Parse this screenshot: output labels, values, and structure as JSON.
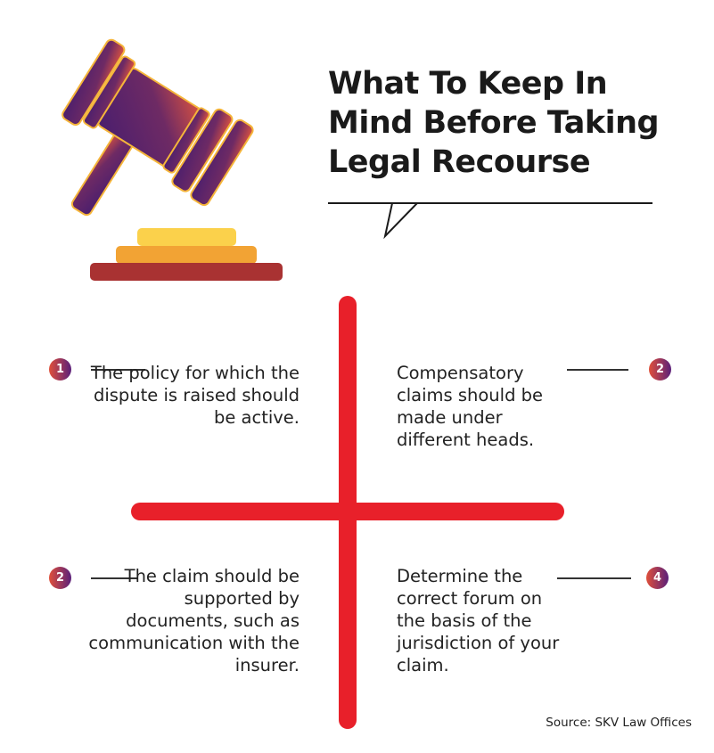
{
  "title": {
    "line1": "What To Keep In",
    "line2": "Mind Before Taking",
    "line3": "Legal Recourse"
  },
  "points": [
    {
      "number": "1",
      "text": "The policy for which the dispute is raised should be active."
    },
    {
      "number": "2",
      "text": "Compensatory claims should be made under different heads."
    },
    {
      "number": "2",
      "text": "The claim should be supported by documents, such as communication with the insurer."
    },
    {
      "number": "4",
      "text": "Determine the correct forum on the basis of the jurisdiction of your claim."
    }
  ],
  "source": "Source: SKV Law Offices",
  "colors": {
    "cross": "#e8202a",
    "gavel_dark": "#4a1e6e",
    "gavel_light": "#e0553e",
    "outline": "#f5b53a"
  }
}
